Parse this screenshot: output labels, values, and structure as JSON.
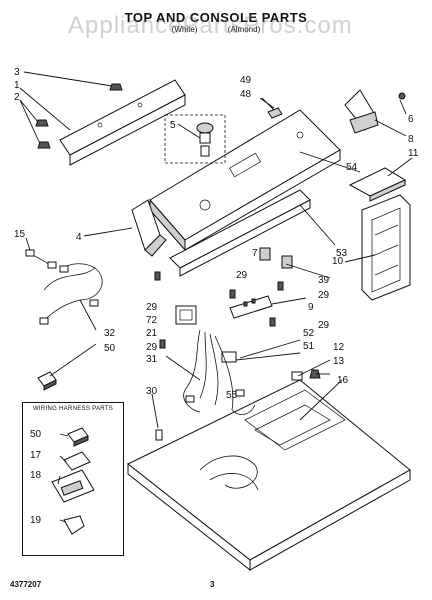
{
  "header": {
    "title": "TOP AND CONSOLE PARTS",
    "model_line": "",
    "color_left": "(White)",
    "color_right": "(Almond)"
  },
  "watermark": "AppliancePartsPros.com",
  "inset": {
    "title": "WIRING HARNESS PARTS"
  },
  "callouts": {
    "c1": "1",
    "c2": "2",
    "c3": "3",
    "c4": "4",
    "c5": "5",
    "c6": "6",
    "c7": "7",
    "c8": "8",
    "c9": "9",
    "c10": "10",
    "c11": "11",
    "c12": "12",
    "c13": "13",
    "c15": "15",
    "c16": "16",
    "c17": "17",
    "c18": "18",
    "c19": "19",
    "c21": "21",
    "c29a": "29",
    "c29b": "29",
    "c29c": "29",
    "c29d": "29",
    "c29e": "29",
    "c30": "30",
    "c31": "31",
    "c32": "32",
    "c39": "39",
    "c48": "48",
    "c49": "49",
    "c50": "50",
    "c50b": "50",
    "c51": "51",
    "c52": "52",
    "c53": "53",
    "c54": "54",
    "c55": "55",
    "c72": "72"
  },
  "footer": {
    "doc_number": "4377207",
    "page": "3"
  }
}
